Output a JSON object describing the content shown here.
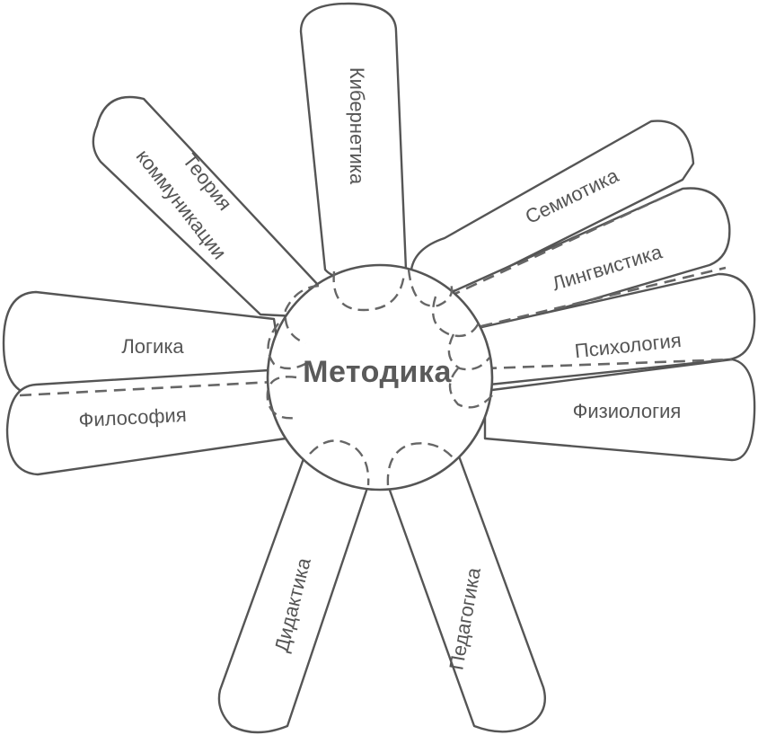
{
  "center": {
    "label": "Методика"
  },
  "petals": {
    "kibernetika": "Кибернетика",
    "teoriya_line1": "Теория",
    "teoriya_line2": "коммуникации",
    "semiotika": "Семиотика",
    "lingvistika": "Лингвистика",
    "psikhologiya": "Психология",
    "fiziologiya": "Физиология",
    "logika": "Логика",
    "filosofiya": "Философия",
    "didaktika": "Дидактика",
    "pedagogika": "Педагогика"
  },
  "colors": {
    "line": "#555555",
    "text": "#555555",
    "background": "#ffffff"
  }
}
